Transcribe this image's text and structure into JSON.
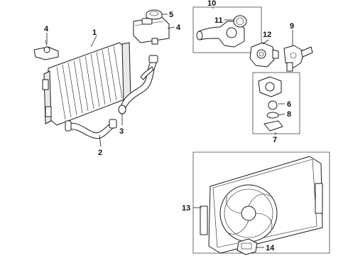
{
  "callouts": [
    "1",
    "2",
    "3",
    "4",
    "5",
    "6",
    "7",
    "8",
    "9",
    "10",
    "11",
    "12",
    "13",
    "14"
  ],
  "colors": {
    "line": "#1a1a1a",
    "background": "#ffffff",
    "shade": "#e9e9e9"
  }
}
